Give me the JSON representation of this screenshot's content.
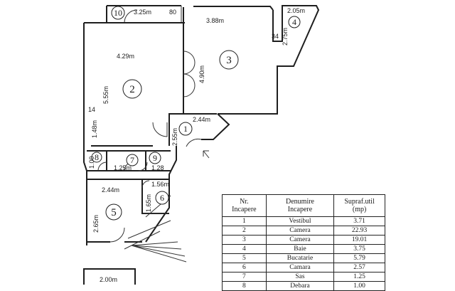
{
  "plan": {
    "rooms": [
      {
        "id": "10",
        "label": "10"
      },
      {
        "id": "4",
        "label": "4"
      },
      {
        "id": "3",
        "label": "3"
      },
      {
        "id": "2",
        "label": "2"
      },
      {
        "id": "1",
        "label": "1"
      },
      {
        "id": "8",
        "label": "8"
      },
      {
        "id": "7",
        "label": "7"
      },
      {
        "id": "9",
        "label": "9"
      },
      {
        "id": "6",
        "label": "6"
      },
      {
        "id": "5",
        "label": "5"
      }
    ],
    "dimensions": {
      "top_3_25": "3.25m",
      "top_80": "80",
      "r3_width": "3.88m",
      "r4_width": "2.05m",
      "r4_34": "34",
      "r4_2_75": "2.75m",
      "r2_4_29": "4.29m",
      "r3_4_90": "4.90m",
      "r2_5_55": "5.55m",
      "r2_14": "14",
      "r2_1_48": "1.48m",
      "r1_2_44": "2.44m",
      "r1_2_55": "2.55m",
      "r8_1_00": "1.00",
      "r7_1_25": "1.25m",
      "r9_1_28": "1.28",
      "r6_1_56": "1.56m",
      "r5_2_44": "2.44m",
      "r6_1_65": "1.65m",
      "r5_2_65": "2.65m",
      "bottom_2_00": "2.00m"
    }
  },
  "table": {
    "headers": [
      [
        "Nr.",
        "Incapere"
      ],
      [
        "Denumire",
        "Incapere"
      ],
      [
        "Supraf.util",
        "(mp)"
      ]
    ],
    "rows": [
      [
        "1",
        "Vestibul",
        "3.71"
      ],
      [
        "2",
        "Camera",
        "22.93"
      ],
      [
        "3",
        "Camera",
        "19.01"
      ],
      [
        "4",
        "Baie",
        "3.75"
      ],
      [
        "5",
        "Bucatarie",
        "5.79"
      ],
      [
        "6",
        "Camara",
        "2.57"
      ],
      [
        "7",
        "Sas",
        "1.25"
      ],
      [
        "8",
        "Debara",
        "1.00"
      ]
    ]
  }
}
